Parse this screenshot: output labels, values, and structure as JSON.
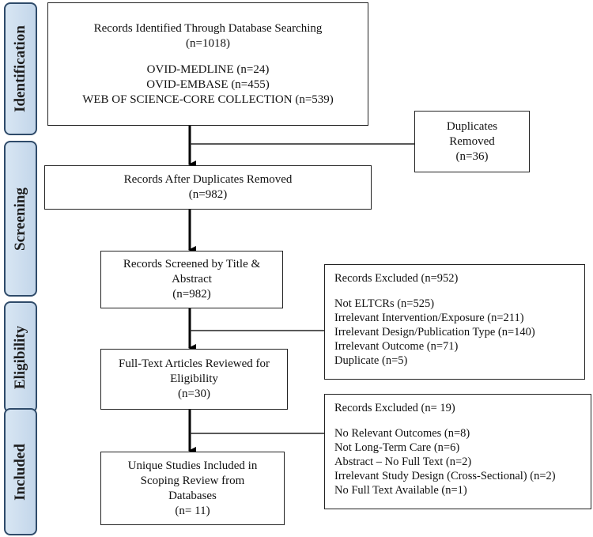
{
  "stages": [
    {
      "label": "Identification"
    },
    {
      "label": "Screening"
    },
    {
      "label": "Eligibility"
    },
    {
      "label": "Included"
    }
  ],
  "identification": {
    "title": "Records Identified Through Database Searching",
    "count": "(n=1018)",
    "sources": [
      "OVID-MEDLINE (n=24)",
      "OVID-EMBASE (n=455)",
      "WEB OF SCIENCE-CORE COLLECTION (n=539)"
    ]
  },
  "duplicates": {
    "line1": "Duplicates",
    "line2": "Removed",
    "count": "(n=36)"
  },
  "after_duplicates": {
    "title": "Records After Duplicates Removed",
    "count": "(n=982)"
  },
  "screened": {
    "line1": "Records Screened by Title &",
    "line2": "Abstract",
    "count": "(n=982)"
  },
  "excluded_1": {
    "title": "Records Excluded (n=952)",
    "reasons": [
      "Not ELTCRs (n=525)",
      "Irrelevant Intervention/Exposure (n=211)",
      "Irrelevant Design/Publication Type (n=140)",
      "Irrelevant Outcome (n=71)",
      "Duplicate (n=5)"
    ]
  },
  "fulltext": {
    "line1": "Full-Text Articles Reviewed for",
    "line2": "Eligibility",
    "count": "(n=30)"
  },
  "excluded_2": {
    "title": "Records Excluded  (n= 19)",
    "reasons": [
      "No Relevant Outcomes (n=8)",
      "Not Long-Term Care (n=6)",
      "Abstract – No Full Text (n=2)",
      "Irrelevant Study Design (Cross-Sectional) (n=2)",
      "No Full Text Available (n=1)"
    ]
  },
  "included": {
    "line1": "Unique Studies Included in",
    "line2": "Scoping Review from",
    "line3": "Databases",
    "count": "(n= 11)"
  },
  "colors": {
    "stage_border": "#2f4b6a",
    "stage_fill": "#c3d6ea",
    "box_border": "#222222",
    "arrow": "#000000"
  }
}
